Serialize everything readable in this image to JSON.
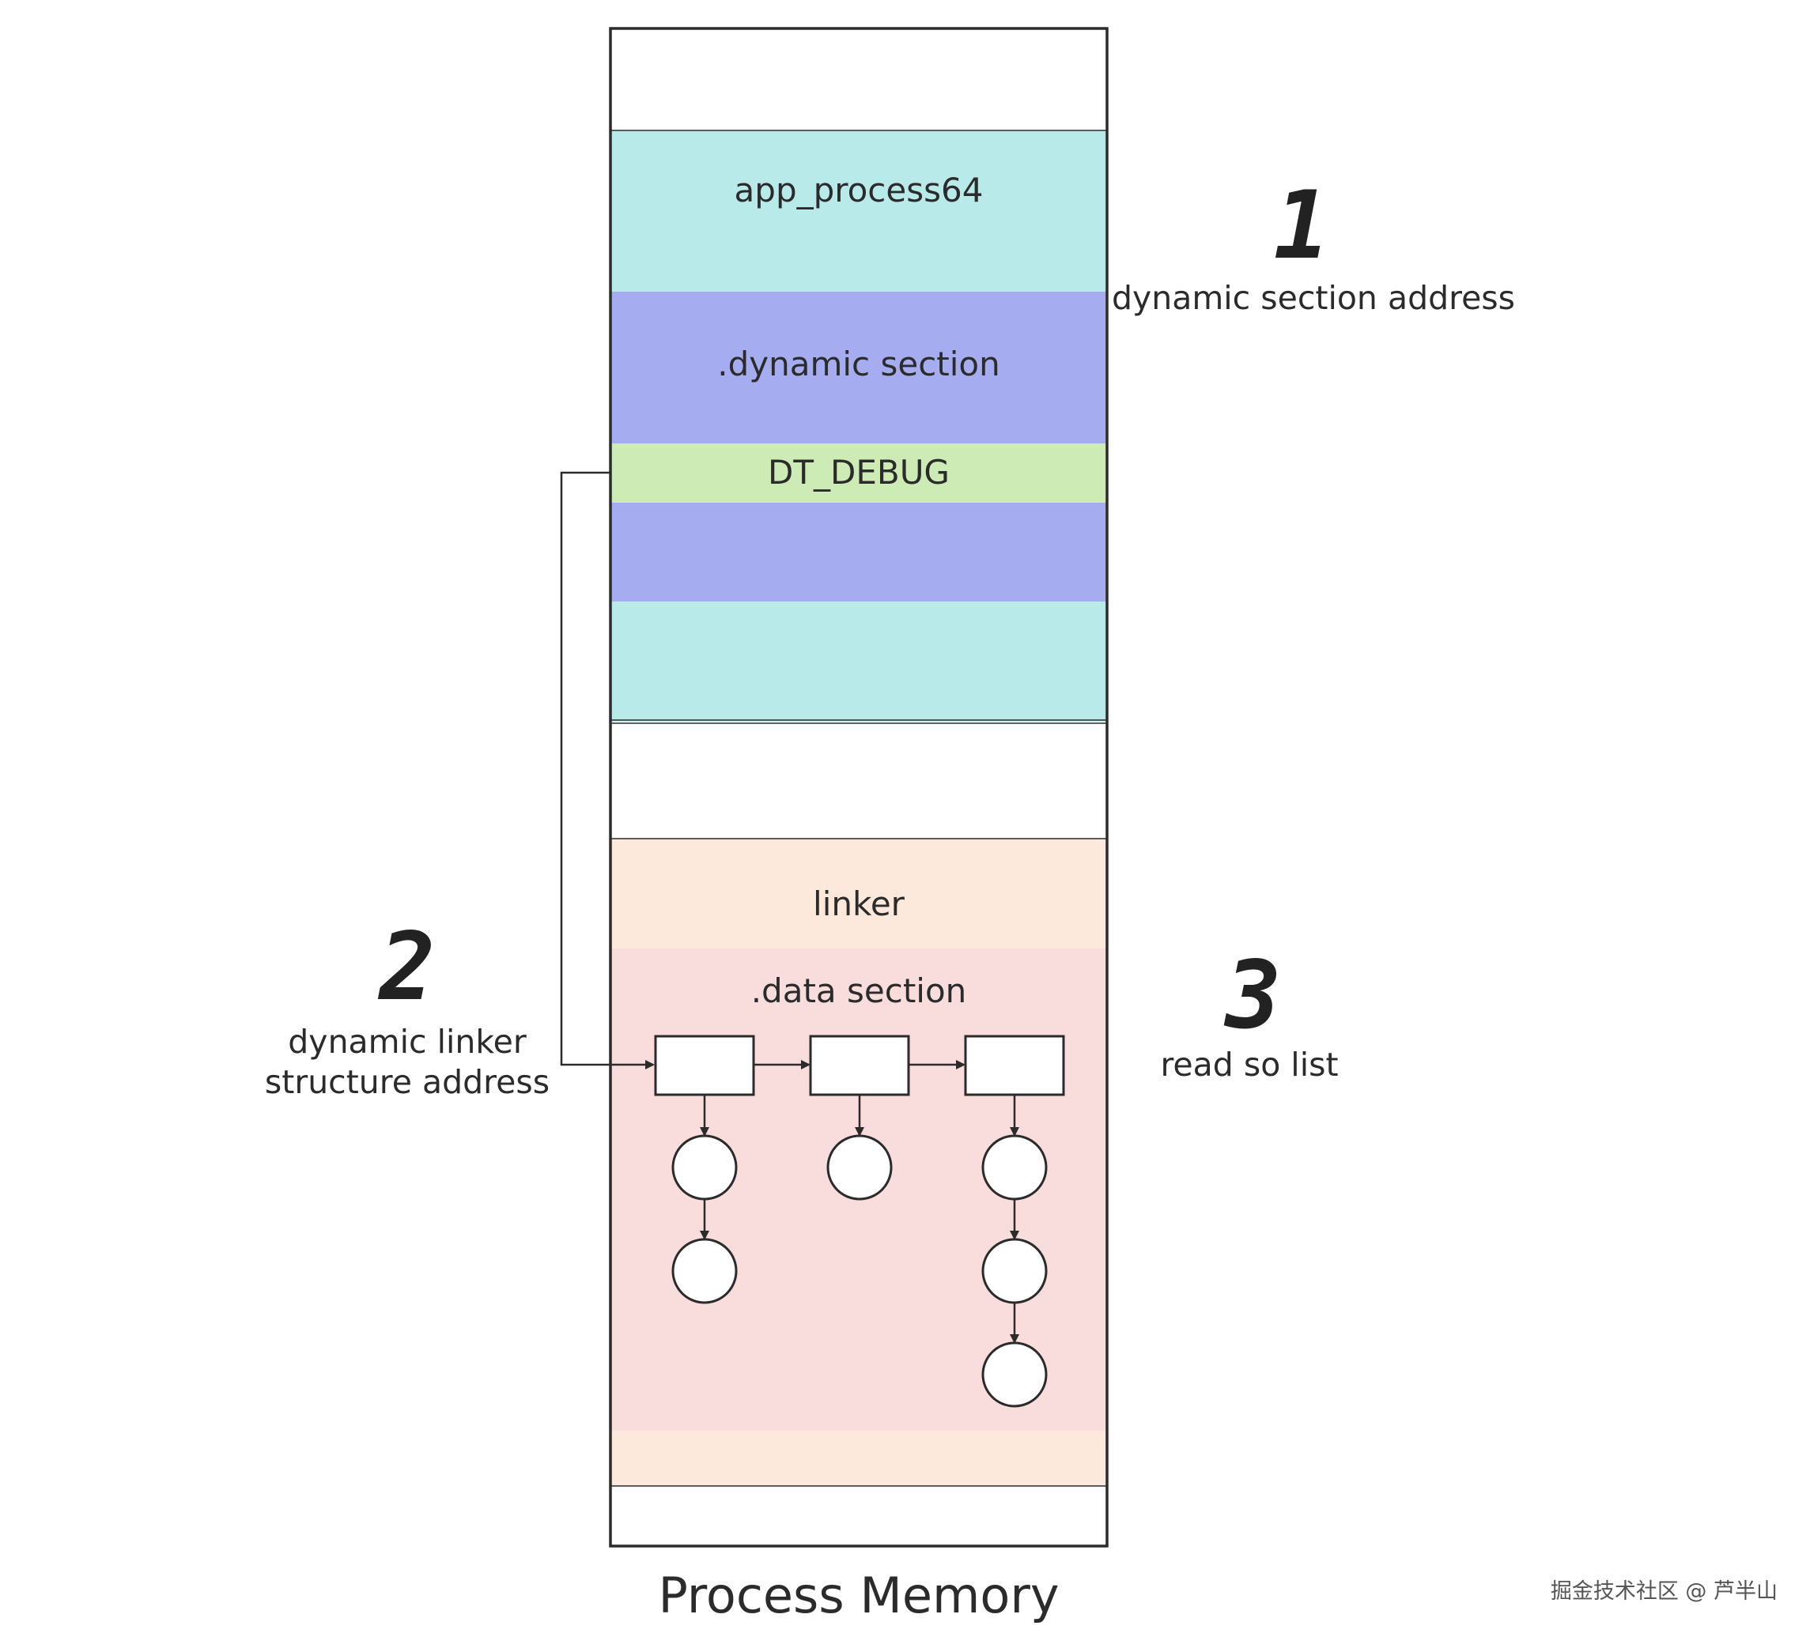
{
  "memory": {
    "title": "Process Memory",
    "regions": {
      "app_process": "app_process64",
      "dynamic_section": ".dynamic section",
      "dt_debug": "DT_DEBUG",
      "linker": "linker",
      "data_section": ".data section"
    }
  },
  "steps": [
    {
      "number": "1",
      "label": "dynamic section address"
    },
    {
      "number": "2",
      "label_line1": "dynamic linker",
      "label_line2": "structure address"
    },
    {
      "number": "3",
      "label": "read so list"
    }
  ],
  "watermark": "掘金技术社区 @ 芦半山",
  "colors": {
    "app_process": "#b8eaea",
    "dynamic_section": "#a6acf0",
    "dt_debug": "#cdebb4",
    "linker": "#fce9dc",
    "data_section": "#f9dcdc",
    "outline": "#2b2b2b"
  }
}
